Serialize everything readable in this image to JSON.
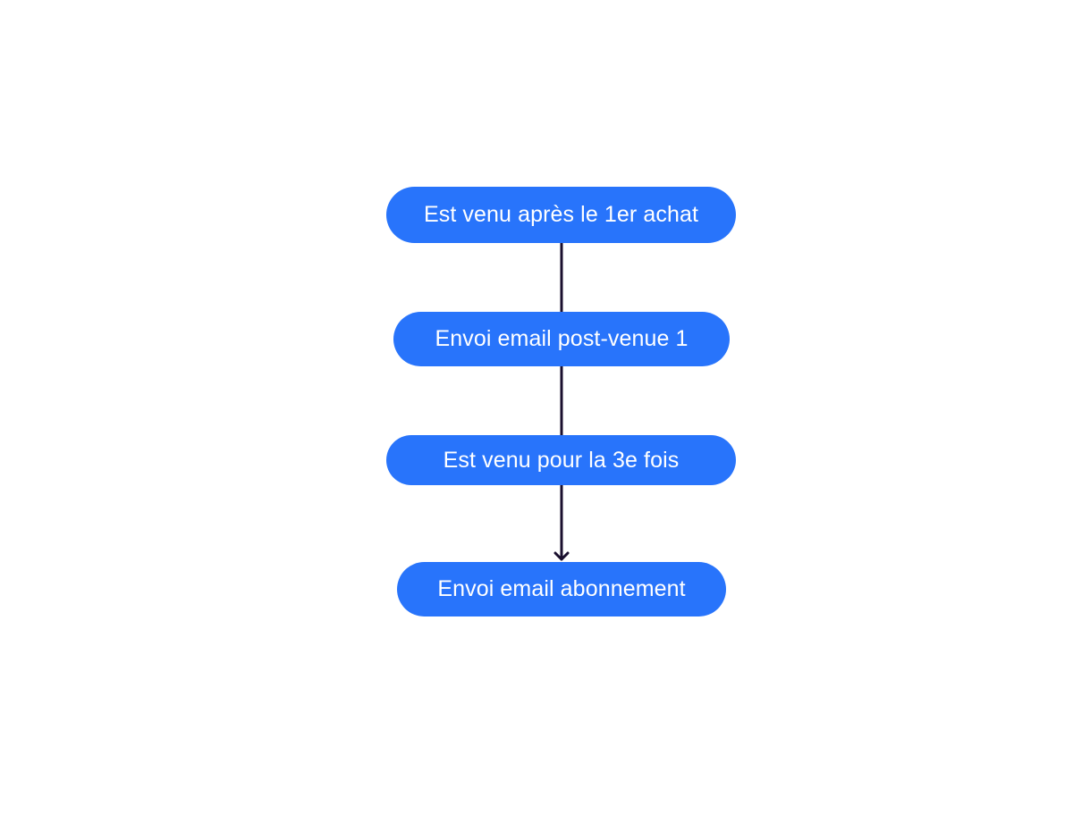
{
  "colors": {
    "node_fill": "#2874fb",
    "node_text": "#ffffff",
    "connector": "#1a0f2e",
    "background": "#ffffff"
  },
  "flow": {
    "nodes": [
      {
        "label": "Est venu après le 1er achat"
      },
      {
        "label": "Envoi email post-venue 1"
      },
      {
        "label": "Est venu pour la 3e fois"
      },
      {
        "label": "Envoi email abonnement"
      }
    ]
  }
}
